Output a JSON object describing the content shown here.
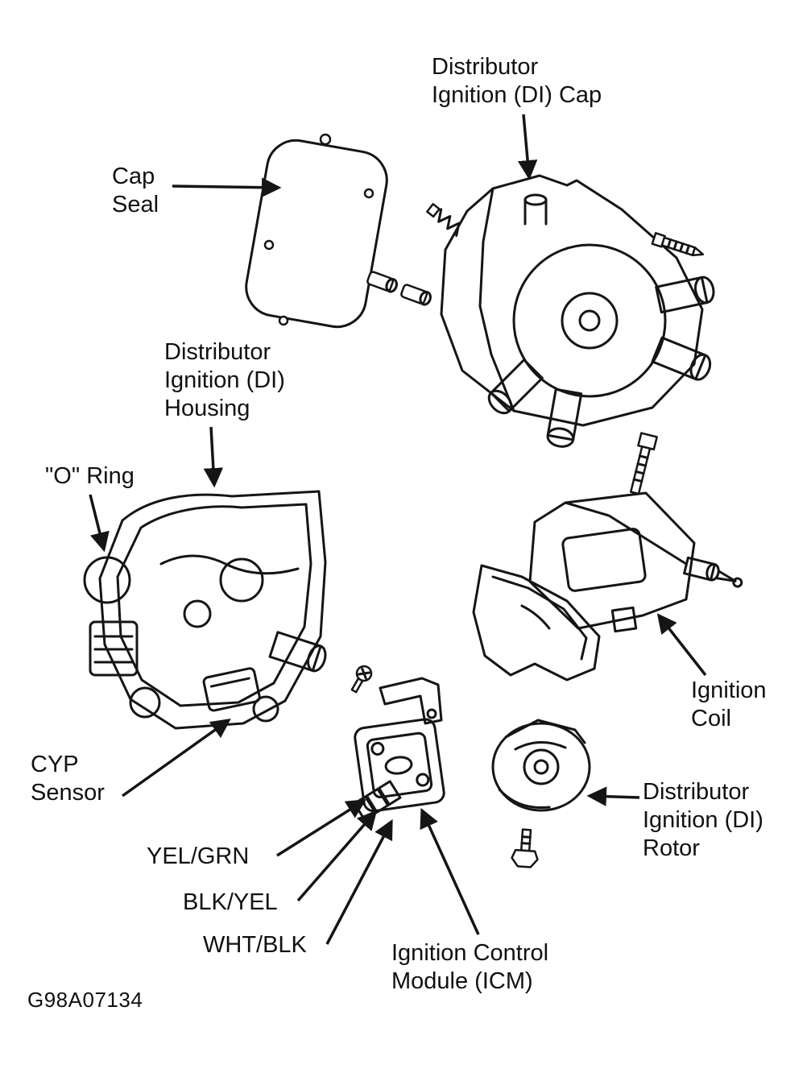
{
  "figure": {
    "code": "G98A07134",
    "ink_color": "#151515",
    "background_color": "#ffffff"
  },
  "labels": {
    "di_cap": "Distributor\nIgnition (DI) Cap",
    "cap_seal": "Cap\nSeal",
    "di_housing": "Distributor\nIgnition (DI)\nHousing",
    "o_ring": "\"O\" Ring",
    "cyp_sensor": "CYP\nSensor",
    "yel_grn": "YEL/GRN",
    "blk_yel": "BLK/YEL",
    "wht_blk": "WHT/BLK",
    "icm": "Ignition Control\nModule (ICM)",
    "ignition_coil": "Ignition\nCoil",
    "di_rotor": "Distributor\nIgnition (DI)\nRotor"
  }
}
